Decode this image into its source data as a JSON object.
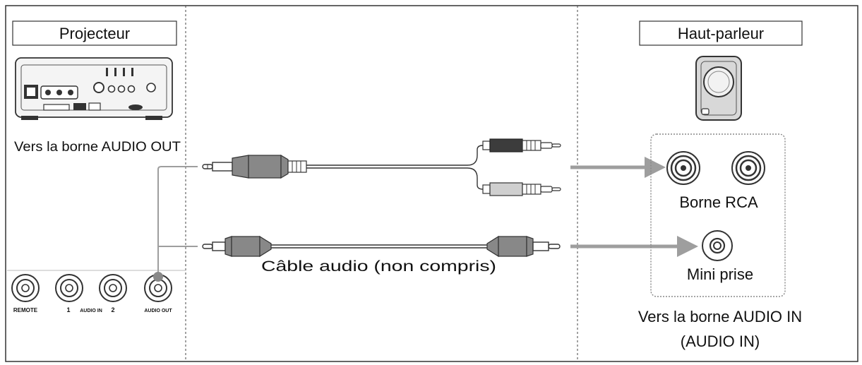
{
  "projector": {
    "title": "Projecteur",
    "output_caption": "Vers la borne AUDIO OUT",
    "port_labels": {
      "remote": "REMOTE",
      "in1": "1",
      "audio_in": "AUDIO IN",
      "in2": "2",
      "audio_out": "AUDIO OUT"
    }
  },
  "speaker": {
    "title": "Haut-parleur",
    "rca_label": "Borne RCA",
    "mini_label": "Mini prise",
    "input_caption_line1": "Vers la borne AUDIO IN",
    "input_caption_line2": "(AUDIO IN)"
  },
  "cable": {
    "label": "Câble audio (non compris)"
  },
  "colors": {
    "line": "#333333",
    "arrow": "#9e9e9e",
    "dot": "#888888",
    "plug_dark": "#3c3c3c"
  }
}
